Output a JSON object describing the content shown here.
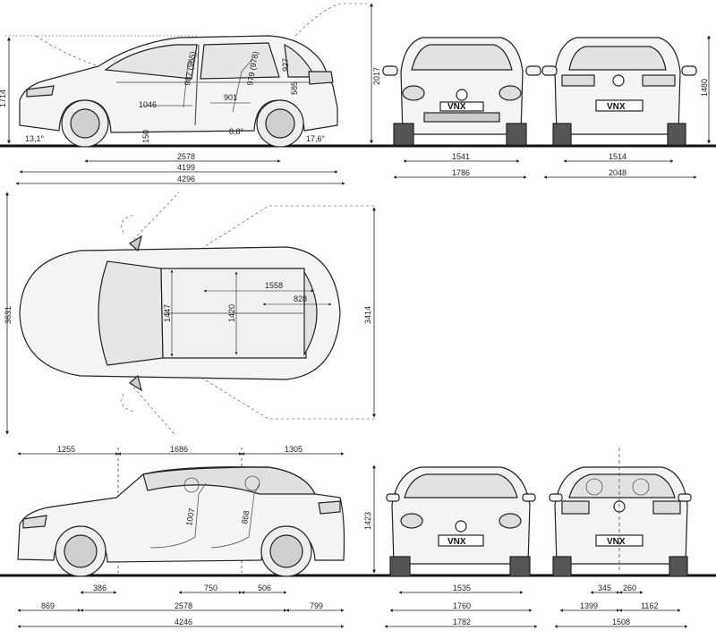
{
  "top_section": {
    "side_view": {
      "height": "1714",
      "approach_angle": "13,1°",
      "ground_clearance": "150",
      "ramp_angle": "8,8°",
      "departure_angle": "17,6°",
      "wheelbase": "2578",
      "length_without_mirror": "4199",
      "length_total": "4296",
      "front_headroom": "987 (965)",
      "rear_headroom": "979 (978)",
      "rear_seat_height": "927",
      "front_legroom": "1046",
      "rear_legroom": "901",
      "boot_depth": "585"
    },
    "front_view": {
      "height_with_antenna": "2017",
      "track_front": "1541",
      "width": "1786",
      "plate": "VNX"
    },
    "rear_view": {
      "height": "1480",
      "track_rear": "1514",
      "width_with_mirrors": "2048",
      "plate": "VNX"
    }
  },
  "plan_view": {
    "width_with_doors": "3631",
    "shoulder_width_front": "1447",
    "shoulder_width_rear": "1420",
    "boot_length": "1558",
    "boot_width": "828",
    "length_doors_open": "3414"
  },
  "bottom_section": {
    "side_view": {
      "front_section": "1255",
      "middle_section": "1686",
      "rear_section": "1305",
      "front_seat_height": "1007",
      "rear_seat_height": "868",
      "front_overhang": "869",
      "front_axle_to_seat": "386",
      "seat_spacing": "750",
      "rear_seat_to_axle": "506",
      "rear_overhang": "799",
      "wheelbase": "2578",
      "length": "4246"
    },
    "front_view": {
      "height": "1423",
      "track": "1535",
      "width": "1760",
      "width_total": "1782",
      "plate": "VNX"
    },
    "rear_view": {
      "roll_bar_left": "345",
      "roll_bar_right": "260",
      "left_section": "1399",
      "right_section": "1162",
      "width": "1508",
      "plate": "VNX"
    }
  }
}
